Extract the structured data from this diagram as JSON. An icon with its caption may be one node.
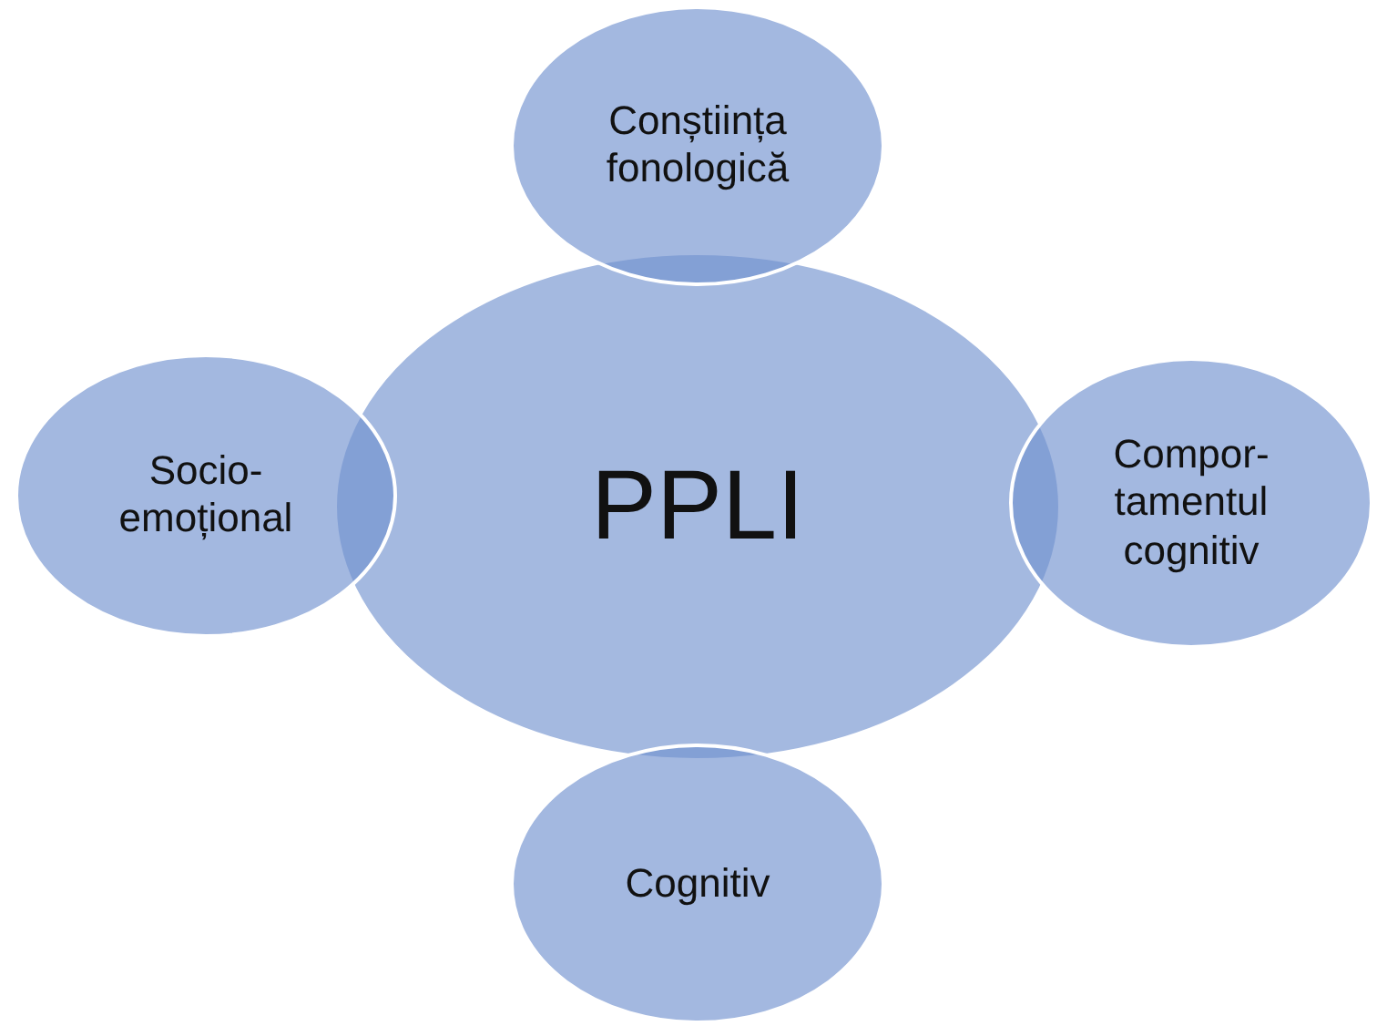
{
  "diagram": {
    "nodes": [
      {
        "text": [
          "PPLI"
        ]
      },
      {
        "text": [
          "Conștiința fonologică"
        ]
      },
      {
        "text": [
          "Compor- tamentul cognitiv"
        ]
      },
      {
        "text": [
          "Cognitiv"
        ]
      },
      {
        "text": [
          "Socio-emoțional"
        ]
      }
    ]
  }
}
